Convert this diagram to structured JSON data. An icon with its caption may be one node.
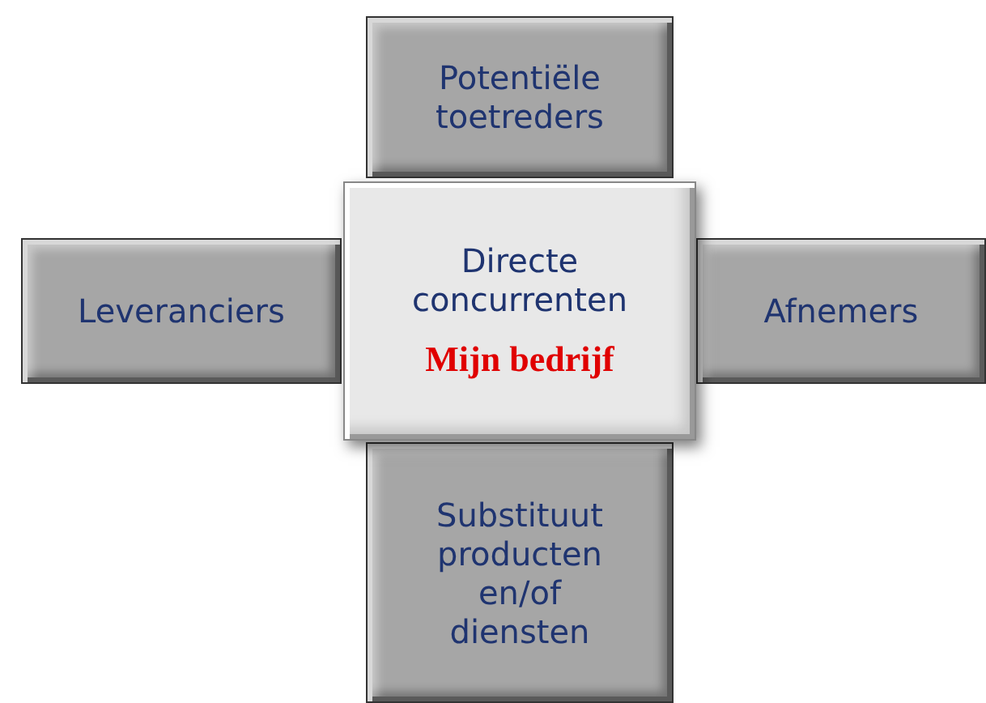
{
  "diagram": {
    "nodes": [
      {
        "text": [
          "Potentiële toetreders"
        ]
      },
      {
        "text": [
          "Leveranciers"
        ]
      },
      {
        "text": [
          "Directe concurrenten",
          "Mijn bedrijf"
        ]
      },
      {
        "text": [
          "Afnemers"
        ]
      },
      {
        "text": [
          "Substituut producten en/of diensten"
        ]
      }
    ]
  }
}
